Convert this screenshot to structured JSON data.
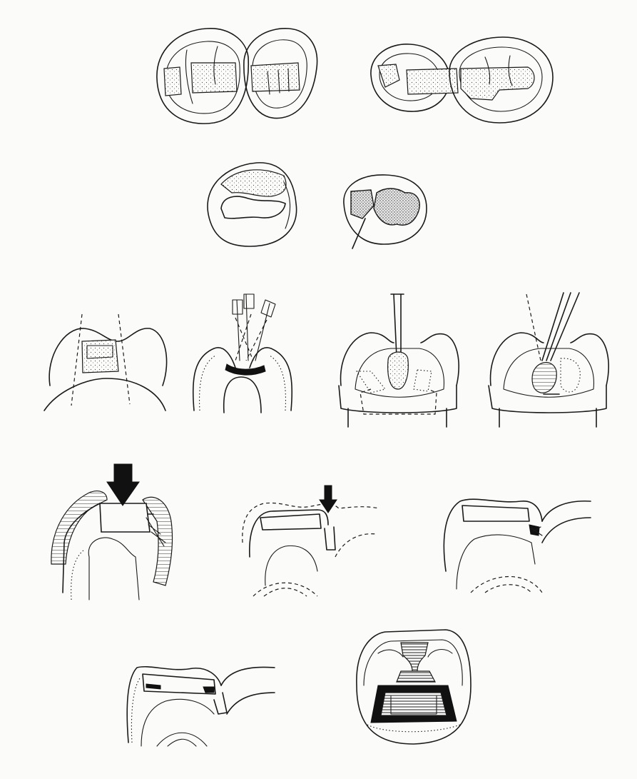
{
  "figure": {
    "background_color": "#fbfbf9",
    "line_color": "#1a1a1a",
    "panels": [
      {
        "id": "occlusal-pair-left",
        "icon": "occlusal-view-two-teeth-icon"
      },
      {
        "id": "occlusal-pair-right",
        "icon": "occlusal-view-two-teeth-icon"
      },
      {
        "id": "single-tooth-outline",
        "icon": "tooth-occlusal-outline-icon"
      },
      {
        "id": "single-tooth-shaded",
        "icon": "tooth-occlusal-shaded-icon"
      },
      {
        "id": "cavity-taper",
        "icon": "cavity-taper-dashed-icon"
      },
      {
        "id": "instruments-fan",
        "icon": "dental-instruments-icon"
      },
      {
        "id": "instrument-burnish",
        "icon": "burnisher-instrument-icon"
      },
      {
        "id": "instrument-condense",
        "icon": "condenser-instrument-icon"
      },
      {
        "id": "cross-section-arrow-large",
        "icon": "occlusal-force-arrow-icon"
      },
      {
        "id": "cross-section-arrow-small",
        "icon": "marginal-arrow-icon"
      },
      {
        "id": "cross-section-contact",
        "icon": "proximal-contact-icon"
      },
      {
        "id": "cross-section-restoration",
        "icon": "restoration-section-icon"
      },
      {
        "id": "box-preparation",
        "icon": "proximal-box-preparation-icon"
      }
    ]
  }
}
